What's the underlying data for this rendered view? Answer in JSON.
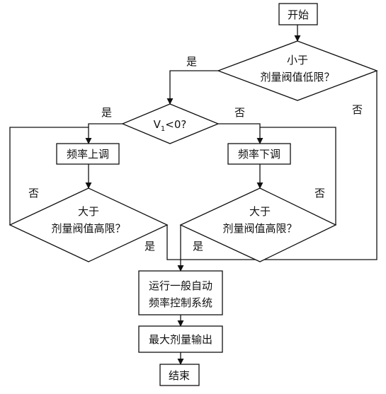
{
  "flowchart": {
    "nodes": {
      "start": {
        "text": "开始"
      },
      "below_low": {
        "line1": "小于",
        "line2": "剂量阀值低限？"
      },
      "v1_check": {
        "var": "V",
        "sub": "1",
        "rest": "<0?"
      },
      "freq_up": {
        "text": "频率上调"
      },
      "freq_down": {
        "text": "频率下调"
      },
      "above_high_left": {
        "line1": "大于",
        "line2": "剂量阀值高限？"
      },
      "above_high_right": {
        "line1": "大于",
        "line2": "剂量阀值高限？"
      },
      "auto_freq": {
        "line1": "运行一般自动",
        "line2": "频率控制系统"
      },
      "max_output": {
        "text": "最大剂量输出"
      },
      "end": {
        "text": "结束"
      }
    },
    "edge_labels": {
      "below_low_yes": "是",
      "below_low_no": "否",
      "v1_yes": "是",
      "v1_no": "否",
      "left_no": "否",
      "left_yes": "是",
      "right_no": "否",
      "right_yes": "是"
    }
  }
}
